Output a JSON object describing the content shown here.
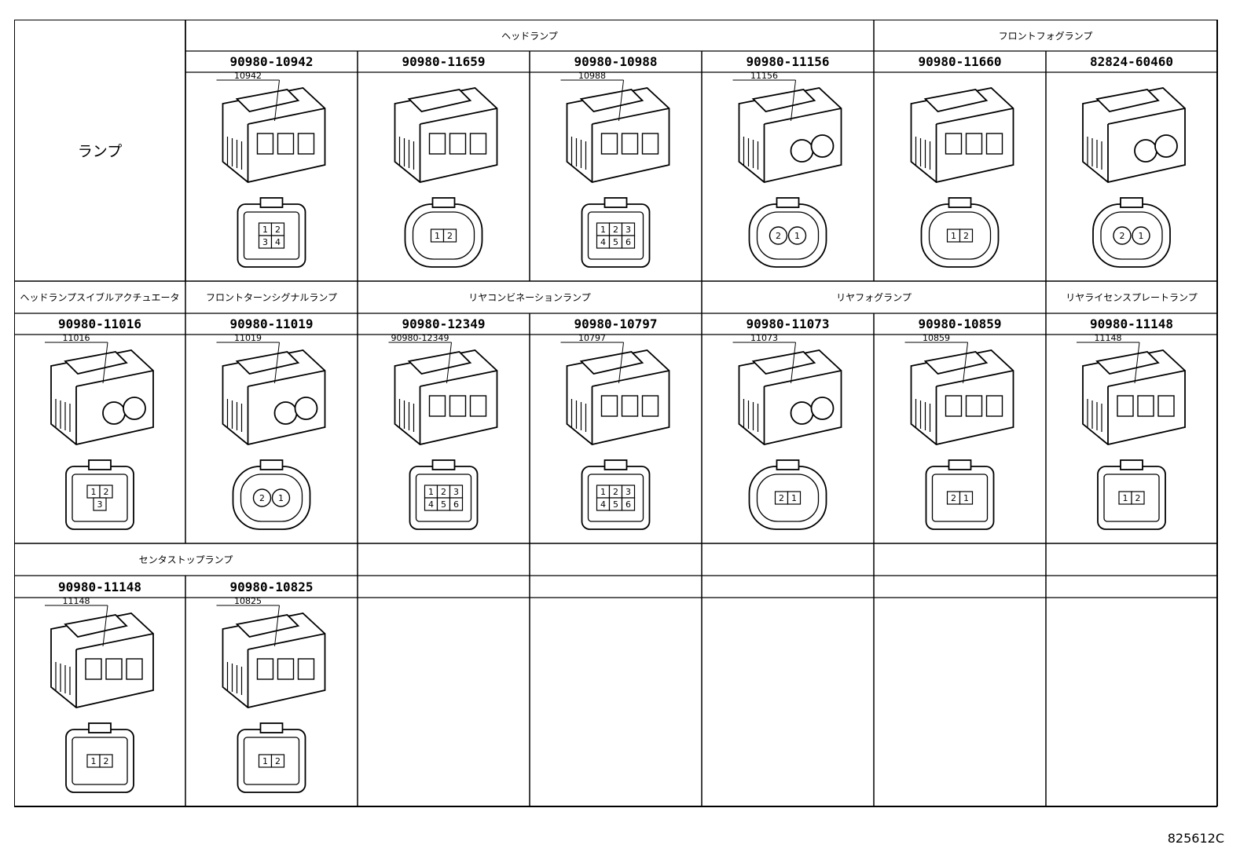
{
  "figure_id": "825612C",
  "category_label": "ランプ",
  "rows": [
    {
      "groups": [
        {
          "label": "ヘッドランプ",
          "span": 4
        },
        {
          "label": "フロントフォグランプ",
          "span": 2
        }
      ],
      "parts": [
        {
          "number": "90980-10942",
          "callout": "10942",
          "pins": [
            "1",
            "2",
            "3",
            "4"
          ],
          "pin_layout": "2x2",
          "shape": "square"
        },
        {
          "number": "90980-11659",
          "callout": "",
          "pins": [
            "1",
            "2"
          ],
          "pin_layout": "1x2",
          "shape": "oval"
        },
        {
          "number": "90980-10988",
          "callout": "10988",
          "pins": [
            "1",
            "2",
            "3",
            "4",
            "5",
            "6"
          ],
          "pin_layout": "2x3",
          "shape": "rounded"
        },
        {
          "number": "90980-11156",
          "callout": "11156",
          "pins": [
            "2",
            "1"
          ],
          "pin_layout": "round2",
          "shape": "round"
        },
        {
          "number": "90980-11660",
          "callout": "",
          "pins": [
            "1",
            "2"
          ],
          "pin_layout": "1x2",
          "shape": "oval"
        },
        {
          "number": "82824-60460",
          "callout": "",
          "pins": [
            "2",
            "1"
          ],
          "pin_layout": "round2",
          "shape": "flange"
        }
      ]
    },
    {
      "groups": [
        {
          "label": "ヘッドランプスイブルアクチュエータ",
          "span": 1
        },
        {
          "label": "フロントターンシグナルランプ",
          "span": 1
        },
        {
          "label": "リヤコンビネーションランプ",
          "span": 2
        },
        {
          "label": "リヤフォグランプ",
          "span": 2
        },
        {
          "label": "リヤライセンスプレートランプ",
          "span": 1
        }
      ],
      "parts": [
        {
          "number": "90980-11016",
          "callout": "11016",
          "pins": [
            "1",
            "2",
            "3"
          ],
          "pin_layout": "tri",
          "shape": "tri"
        },
        {
          "number": "90980-11019",
          "callout": "11019",
          "pins": [
            "2",
            "1"
          ],
          "pin_layout": "round2",
          "shape": "round"
        },
        {
          "number": "90980-12349",
          "callout": "90980-12349",
          "pins": [
            "1",
            "2",
            "3",
            "4",
            "5",
            "6"
          ],
          "pin_layout": "2x4gap",
          "shape": "wide"
        },
        {
          "number": "90980-10797",
          "callout": "10797",
          "pins": [
            "1",
            "2",
            "3",
            "4",
            "5",
            "6"
          ],
          "pin_layout": "2x4gap",
          "shape": "wide"
        },
        {
          "number": "90980-11073",
          "callout": "11073",
          "pins": [
            "2",
            "1"
          ],
          "pin_layout": "1x2",
          "shape": "round"
        },
        {
          "number": "90980-10859",
          "callout": "10859",
          "pins": [
            "2",
            "1"
          ],
          "pin_layout": "1x2",
          "shape": "box"
        },
        {
          "number": "90980-11148",
          "callout": "11148",
          "pins": [
            "1",
            "2"
          ],
          "pin_layout": "1x2",
          "shape": "slim"
        }
      ]
    },
    {
      "groups": [
        {
          "label": "センタストップランプ",
          "span": 2
        },
        {
          "label": "",
          "span": 1
        },
        {
          "label": "",
          "span": 1
        },
        {
          "label": "",
          "span": 1
        },
        {
          "label": "",
          "span": 1
        },
        {
          "label": "",
          "span": 1
        }
      ],
      "parts": [
        {
          "number": "90980-11148",
          "callout": "11148",
          "pins": [
            "1",
            "2"
          ],
          "pin_layout": "1x2",
          "shape": "slim"
        },
        {
          "number": "90980-10825",
          "callout": "10825",
          "pins": [
            "1",
            "2"
          ],
          "pin_layout": "1x2",
          "shape": "box"
        },
        {
          "number": "",
          "callout": "",
          "pins": [],
          "pin_layout": "",
          "shape": ""
        },
        {
          "number": "",
          "callout": "",
          "pins": [],
          "pin_layout": "",
          "shape": ""
        },
        {
          "number": "",
          "callout": "",
          "pins": [],
          "pin_layout": "",
          "shape": ""
        },
        {
          "number": "",
          "callout": "",
          "pins": [],
          "pin_layout": "",
          "shape": ""
        },
        {
          "number": "",
          "callout": "",
          "pins": [],
          "pin_layout": "",
          "shape": ""
        }
      ]
    }
  ]
}
